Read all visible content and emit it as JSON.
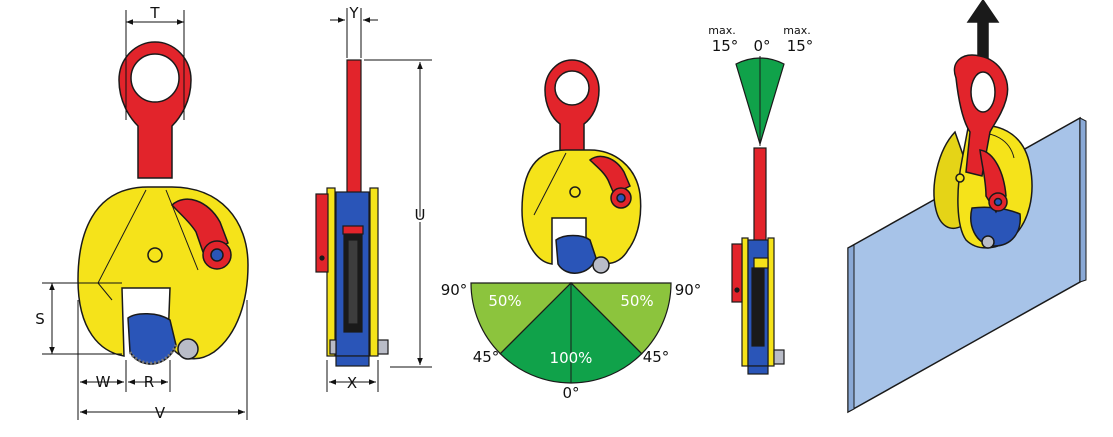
{
  "colors": {
    "yellow": "#f5e31a",
    "red": "#e2242b",
    "blue": "#2a55b8",
    "darkblue": "#1f3f8f",
    "light_green": "#8cc43d",
    "green": "#10a24a",
    "plate": "#a7c3e8",
    "grey": "#b9bcc7",
    "outline": "#1a1a1a"
  },
  "front_view": {
    "dim_t": "T",
    "dim_s": "S",
    "dim_w": "W",
    "dim_r": "R",
    "dim_v": "V"
  },
  "side_view": {
    "dim_y": "Y",
    "dim_u": "U",
    "dim_x": "X"
  },
  "load_diagram": {
    "angle_90_left": "90°",
    "angle_90_right": "90°",
    "angle_45_left": "45°",
    "angle_45_right": "45°",
    "angle_0": "0°",
    "pct_left": "50%",
    "pct_right": "50%",
    "pct_center": "100%"
  },
  "tilt_diagram": {
    "max_left": "max.",
    "deg_left": "15°",
    "zero": "0°",
    "max_right": "max.",
    "deg_right": "15°"
  }
}
